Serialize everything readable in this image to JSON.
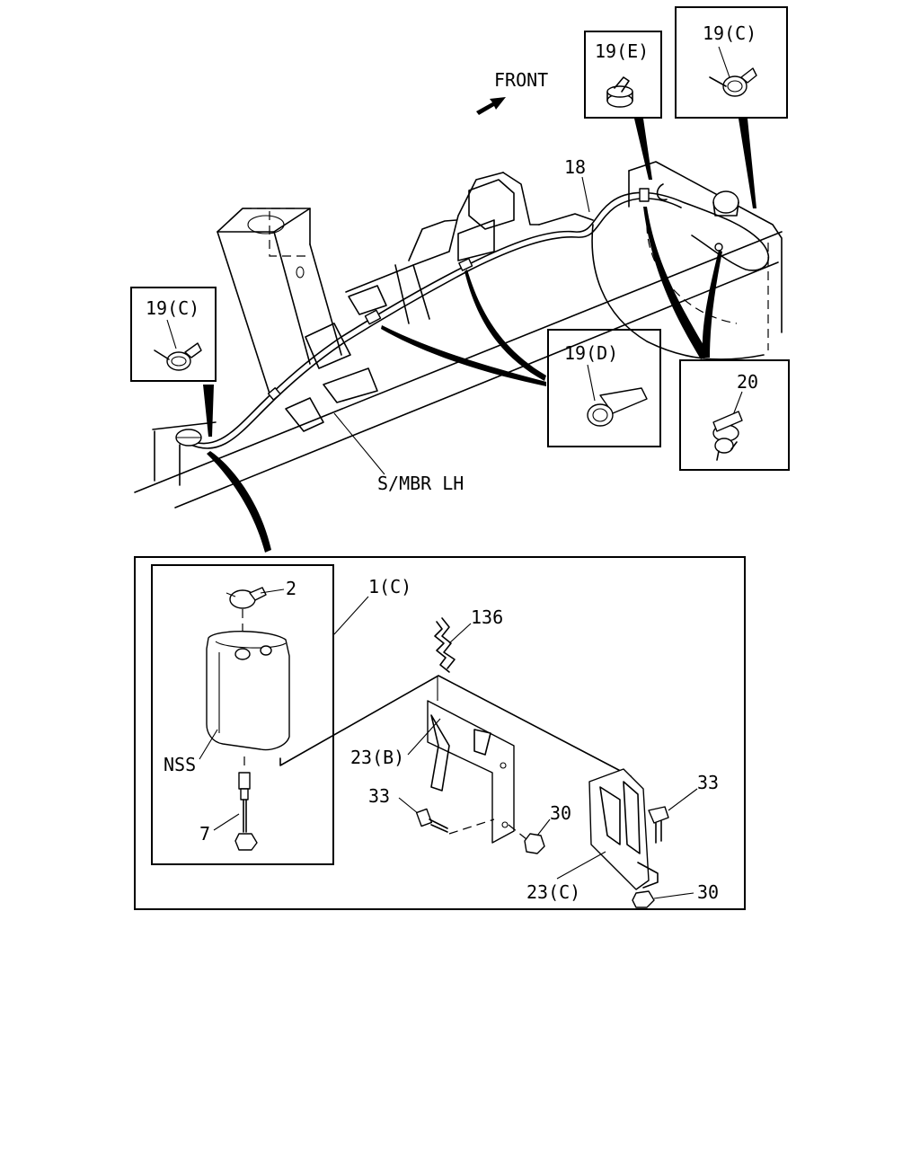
{
  "labels": {
    "front": "FRONT",
    "hose": "18",
    "clip_e": "19(E)",
    "clip_c_top": "19(C)",
    "clip_c_left": "19(C)",
    "clip_d": "19(D)",
    "clip_20": "20",
    "side_member": "S/MBR LH",
    "cap": "2",
    "tank_assy": "1(C)",
    "harness": "136",
    "nss": "NSS",
    "pump": "7",
    "bracket_b": "23(B)",
    "bolt_left": "33",
    "nut_mid": "30",
    "bolt_right": "33",
    "bracket_c": "23(C)",
    "nut_bottom": "30"
  },
  "colors": {
    "line": "#000000",
    "background": "#ffffff"
  },
  "icons": [
    "front-arrow-icon",
    "hose-clip-icon",
    "clamp-icon"
  ]
}
